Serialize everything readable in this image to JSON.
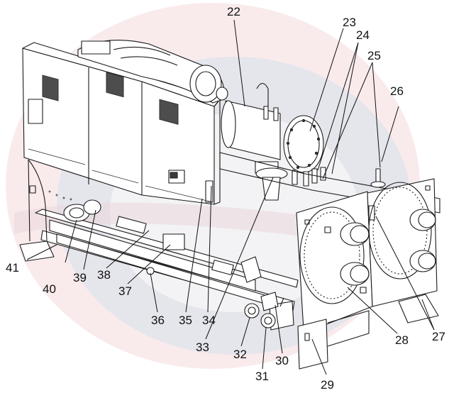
{
  "diagram": {
    "callouts": [
      {
        "id": "c22",
        "text": "22"
      },
      {
        "id": "c23",
        "text": "23"
      },
      {
        "id": "c24",
        "text": "24"
      },
      {
        "id": "c25",
        "text": "25"
      },
      {
        "id": "c26",
        "text": "26"
      },
      {
        "id": "c27",
        "text": "27"
      },
      {
        "id": "c28",
        "text": "28"
      },
      {
        "id": "c29",
        "text": "29"
      },
      {
        "id": "c30",
        "text": "30"
      },
      {
        "id": "c31",
        "text": "31"
      },
      {
        "id": "c32",
        "text": "32"
      },
      {
        "id": "c33",
        "text": "33"
      },
      {
        "id": "c34",
        "text": "34"
      },
      {
        "id": "c35",
        "text": "35"
      },
      {
        "id": "c36",
        "text": "36"
      },
      {
        "id": "c37",
        "text": "37"
      },
      {
        "id": "c38",
        "text": "38"
      },
      {
        "id": "c39",
        "text": "39"
      },
      {
        "id": "c40",
        "text": "40"
      },
      {
        "id": "c41",
        "text": "41"
      }
    ],
    "watermark_colors": {
      "red": "#f3d2d4",
      "blue": "#d7dde8"
    }
  }
}
